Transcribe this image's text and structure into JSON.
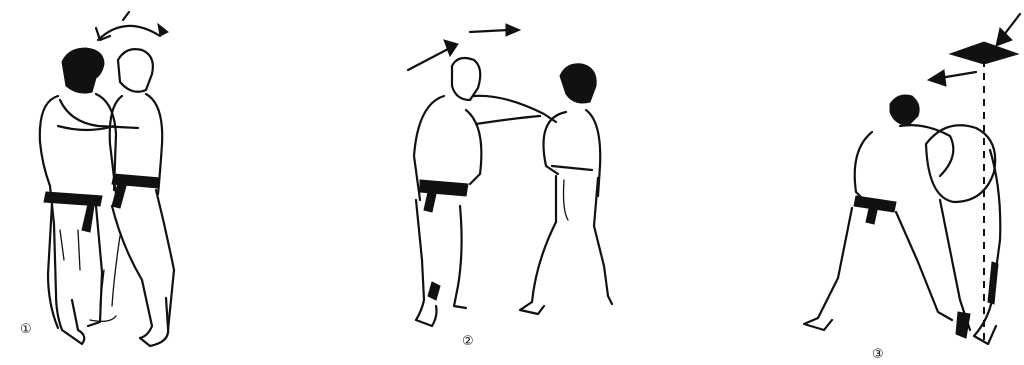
{
  "panels": [
    {
      "step_label": "①",
      "caption": "1"
    },
    {
      "step_label": "②",
      "caption": "2"
    },
    {
      "step_label": "③",
      "caption": "3"
    }
  ],
  "ink_color": "#111111",
  "icons": [
    "arrow-icon",
    "circular-arrow-icon"
  ]
}
